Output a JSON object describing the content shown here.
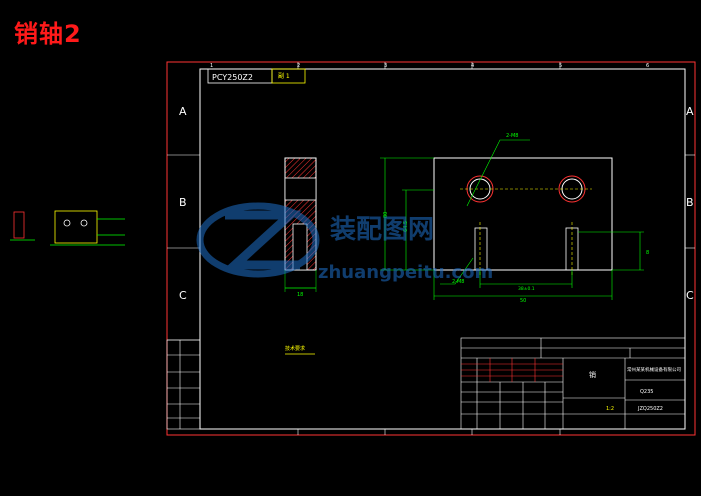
{
  "title": "销轴2",
  "drawing": {
    "top_code": "PCY250Z2",
    "top_tag": "副 1",
    "row_letters": [
      "A",
      "B",
      "C"
    ],
    "col_numbers": [
      "1",
      "2",
      "3",
      "4",
      "5",
      "6"
    ],
    "dims": {
      "hole_callout_top": "2-M8",
      "hole_callout_bottom": "2-M8",
      "height_left_1": "80",
      "height_left_2": "64.5",
      "length_bottom": "50",
      "center_span": "38±0.1",
      "depth_right": "8",
      "side_width": "18"
    },
    "note": "技术要求"
  },
  "watermark": {
    "cn": "装配图网",
    "en": "zhuangpeitu.com"
  },
  "title_block": {
    "company": "常州某某机械设备有限公司",
    "part_label": "销",
    "material": "Q235",
    "scale": "1:2",
    "drawing_no": "JZQ250Z2"
  }
}
